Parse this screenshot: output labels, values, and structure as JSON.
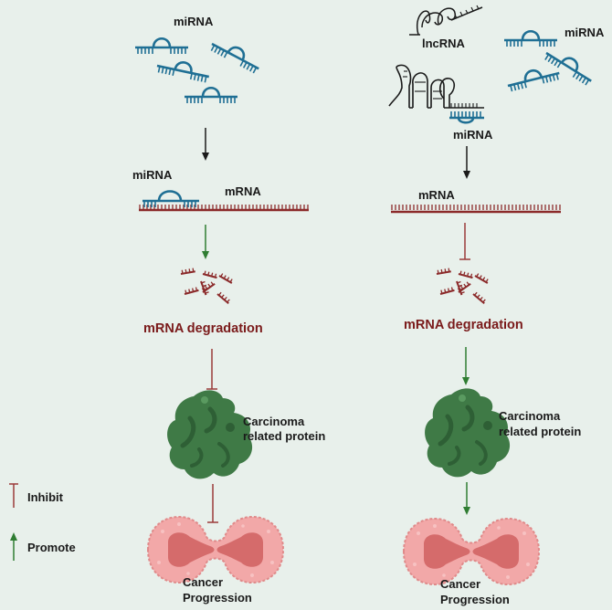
{
  "labels": {
    "mirna": "miRNA",
    "mrna": "mRNA",
    "lncrna": "lncRNA",
    "degradation": "mRNA degradation",
    "protein_line1": "Carcinoma",
    "protein_line2": "related protein",
    "cancer_line1": "Cancer",
    "cancer_line2": "Progression"
  },
  "legend": {
    "inhibit": "Inhibit",
    "promote": "Promote"
  },
  "colors": {
    "background": "#e8f0eb",
    "mirna": "#1f6f94",
    "mrna": "#8b2a2a",
    "inhibit": "#9b3a3a",
    "promote": "#2f7d32",
    "neutral_arrow": "#1a1a1a",
    "protein": "#3f7a46",
    "protein_dark": "#2e5f35",
    "cell": "#f2a8a8",
    "nucleus": "#d56b6b"
  },
  "icons": [
    "mirna-hairpin",
    "lncrna-loop",
    "mrna-strand",
    "fragment",
    "protein-blob",
    "dividing-cell"
  ]
}
